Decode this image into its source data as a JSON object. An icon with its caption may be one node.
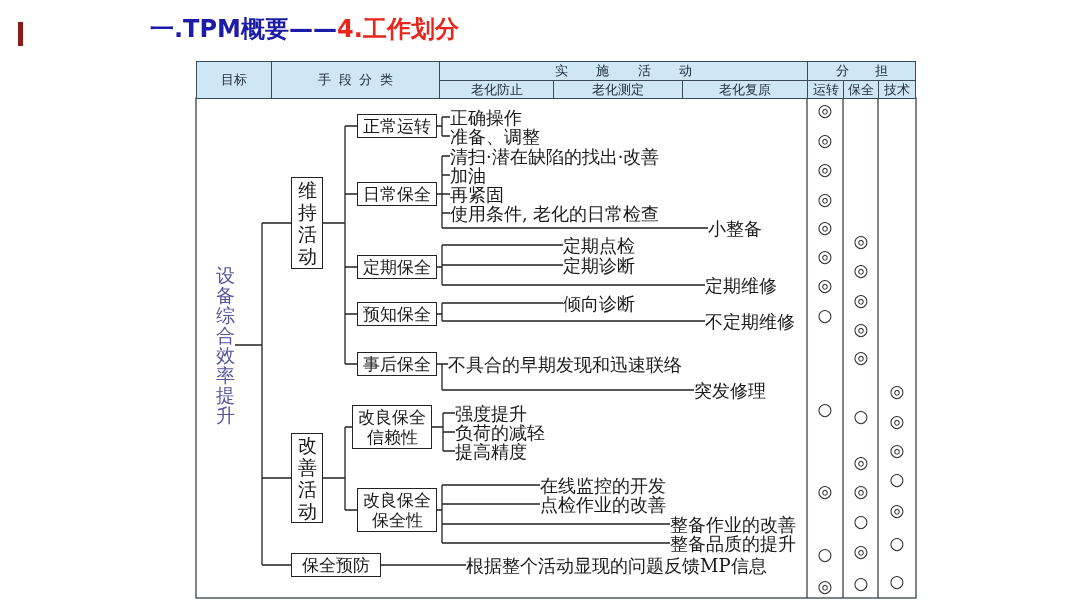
{
  "diagram": {
    "title": "一.TPM概要——*4.工作划分*",
    "nodes": [
      {
        "text": [
          "设备综合效率提升"
        ]
      },
      {
        "text": [
          "维持活动"
        ]
      },
      {
        "text": [
          "正常运转"
        ]
      },
      {
        "text": [
          "正确操作"
        ]
      },
      {
        "text": [
          "准备、调整"
        ]
      },
      {
        "text": [
          "日常保全"
        ]
      },
      {
        "text": [
          "清扫·潜在缺陷的找出·改善"
        ]
      },
      {
        "text": [
          "加油"
        ]
      },
      {
        "text": [
          "再紧固"
        ]
      },
      {
        "text": [
          "使用条件, 老化的日常检查"
        ]
      },
      {
        "text": [
          "小整备"
        ]
      },
      {
        "text": [
          "定期保全"
        ]
      },
      {
        "text": [
          "定期点检"
        ]
      },
      {
        "text": [
          "定期诊断"
        ]
      },
      {
        "text": [
          "定期维修"
        ]
      },
      {
        "text": [
          "预知保全"
        ]
      },
      {
        "text": [
          "倾向诊断"
        ]
      },
      {
        "text": [
          "不定期维修"
        ]
      },
      {
        "text": [
          "事后保全"
        ]
      },
      {
        "text": [
          "不具合的早期发现和迅速联络"
        ]
      },
      {
        "text": [
          "突发修理"
        ]
      },
      {
        "text": [
          "改善活动"
        ]
      },
      {
        "text": [
          "改良保全信赖性"
        ]
      },
      {
        "text": [
          "强度提升"
        ]
      },
      {
        "text": [
          "负荷的减轻"
        ]
      },
      {
        "text": [
          "提高精度"
        ]
      },
      {
        "text": [
          "改良保全保全性"
        ]
      },
      {
        "text": [
          "在线监控的开发"
        ]
      },
      {
        "text": [
          "点检作业的改善"
        ]
      },
      {
        "text": [
          "整备作业的改善"
        ]
      },
      {
        "text": [
          "整备品质的提升"
        ]
      },
      {
        "text": [
          "保全预防"
        ]
      },
      {
        "text": [
          "根据整个活动显现的问题反馈MP信息"
        ]
      }
    ],
    "edges": [
      {
        "from": 0,
        "to": 1,
        "arrow": "none"
      },
      {
        "from": 0,
        "to": 21,
        "arrow": "none"
      },
      {
        "from": 0,
        "to": 31,
        "arrow": "none"
      },
      {
        "from": 1,
        "to": 2,
        "arrow": "none"
      },
      {
        "from": 1,
        "to": 5,
        "arrow": "none"
      },
      {
        "from": 1,
        "to": 11,
        "arrow": "none"
      },
      {
        "from": 1,
        "to": 15,
        "arrow": "none"
      },
      {
        "from": 1,
        "to": 18,
        "arrow": "none"
      },
      {
        "from": 2,
        "to": 3,
        "arrow": "none"
      },
      {
        "from": 2,
        "to": 4,
        "arrow": "none"
      },
      {
        "from": 5,
        "to": 6,
        "arrow": "none"
      },
      {
        "from": 5,
        "to": 7,
        "arrow": "none"
      },
      {
        "from": 5,
        "to": 8,
        "arrow": "none"
      },
      {
        "from": 5,
        "to": 9,
        "arrow": "none"
      },
      {
        "from": 5,
        "to": 10,
        "arrow": "none"
      },
      {
        "from": 11,
        "to": 12,
        "arrow": "none"
      },
      {
        "from": 11,
        "to": 13,
        "arrow": "none"
      },
      {
        "from": 11,
        "to": 14,
        "arrow": "none"
      },
      {
        "from": 15,
        "to": 16,
        "arrow": "none"
      },
      {
        "from": 15,
        "to": 17,
        "arrow": "none"
      },
      {
        "from": 18,
        "to": 19,
        "arrow": "none"
      },
      {
        "from": 18,
        "to": 20,
        "arrow": "none"
      },
      {
        "from": 21,
        "to": 22,
        "arrow": "none"
      },
      {
        "from": 21,
        "to": 26,
        "arrow": "none"
      },
      {
        "from": 22,
        "to": 23,
        "arrow": "none"
      },
      {
        "from": 22,
        "to": 24,
        "arrow": "none"
      },
      {
        "from": 22,
        "to": 25,
        "arrow": "none"
      },
      {
        "from": 26,
        "to": 27,
        "arrow": "none"
      },
      {
        "from": 26,
        "to": 28,
        "arrow": "none"
      },
      {
        "from": 26,
        "to": 29,
        "arrow": "none"
      },
      {
        "from": 26,
        "to": 30,
        "arrow": "none"
      },
      {
        "from": 31,
        "to": 32,
        "arrow": "none"
      }
    ],
    "labels": [
      "目标",
      "手段分类",
      "实施活动",
      "老化防止",
      "老化测定",
      "老化复原",
      "分担",
      "运转",
      "保全",
      "技术",
      "◎",
      "◎",
      "◎",
      "◎",
      "◎",
      "◎",
      "◎",
      "◎",
      "◎",
      "◎",
      "○",
      "◎",
      "◎",
      "◎",
      "○",
      "○",
      "◎",
      "◎",
      "◎",
      "○",
      "◎",
      "◎",
      "◎",
      "○",
      "○",
      "◎",
      "○",
      "○",
      "○",
      "◎"
    ]
  }
}
